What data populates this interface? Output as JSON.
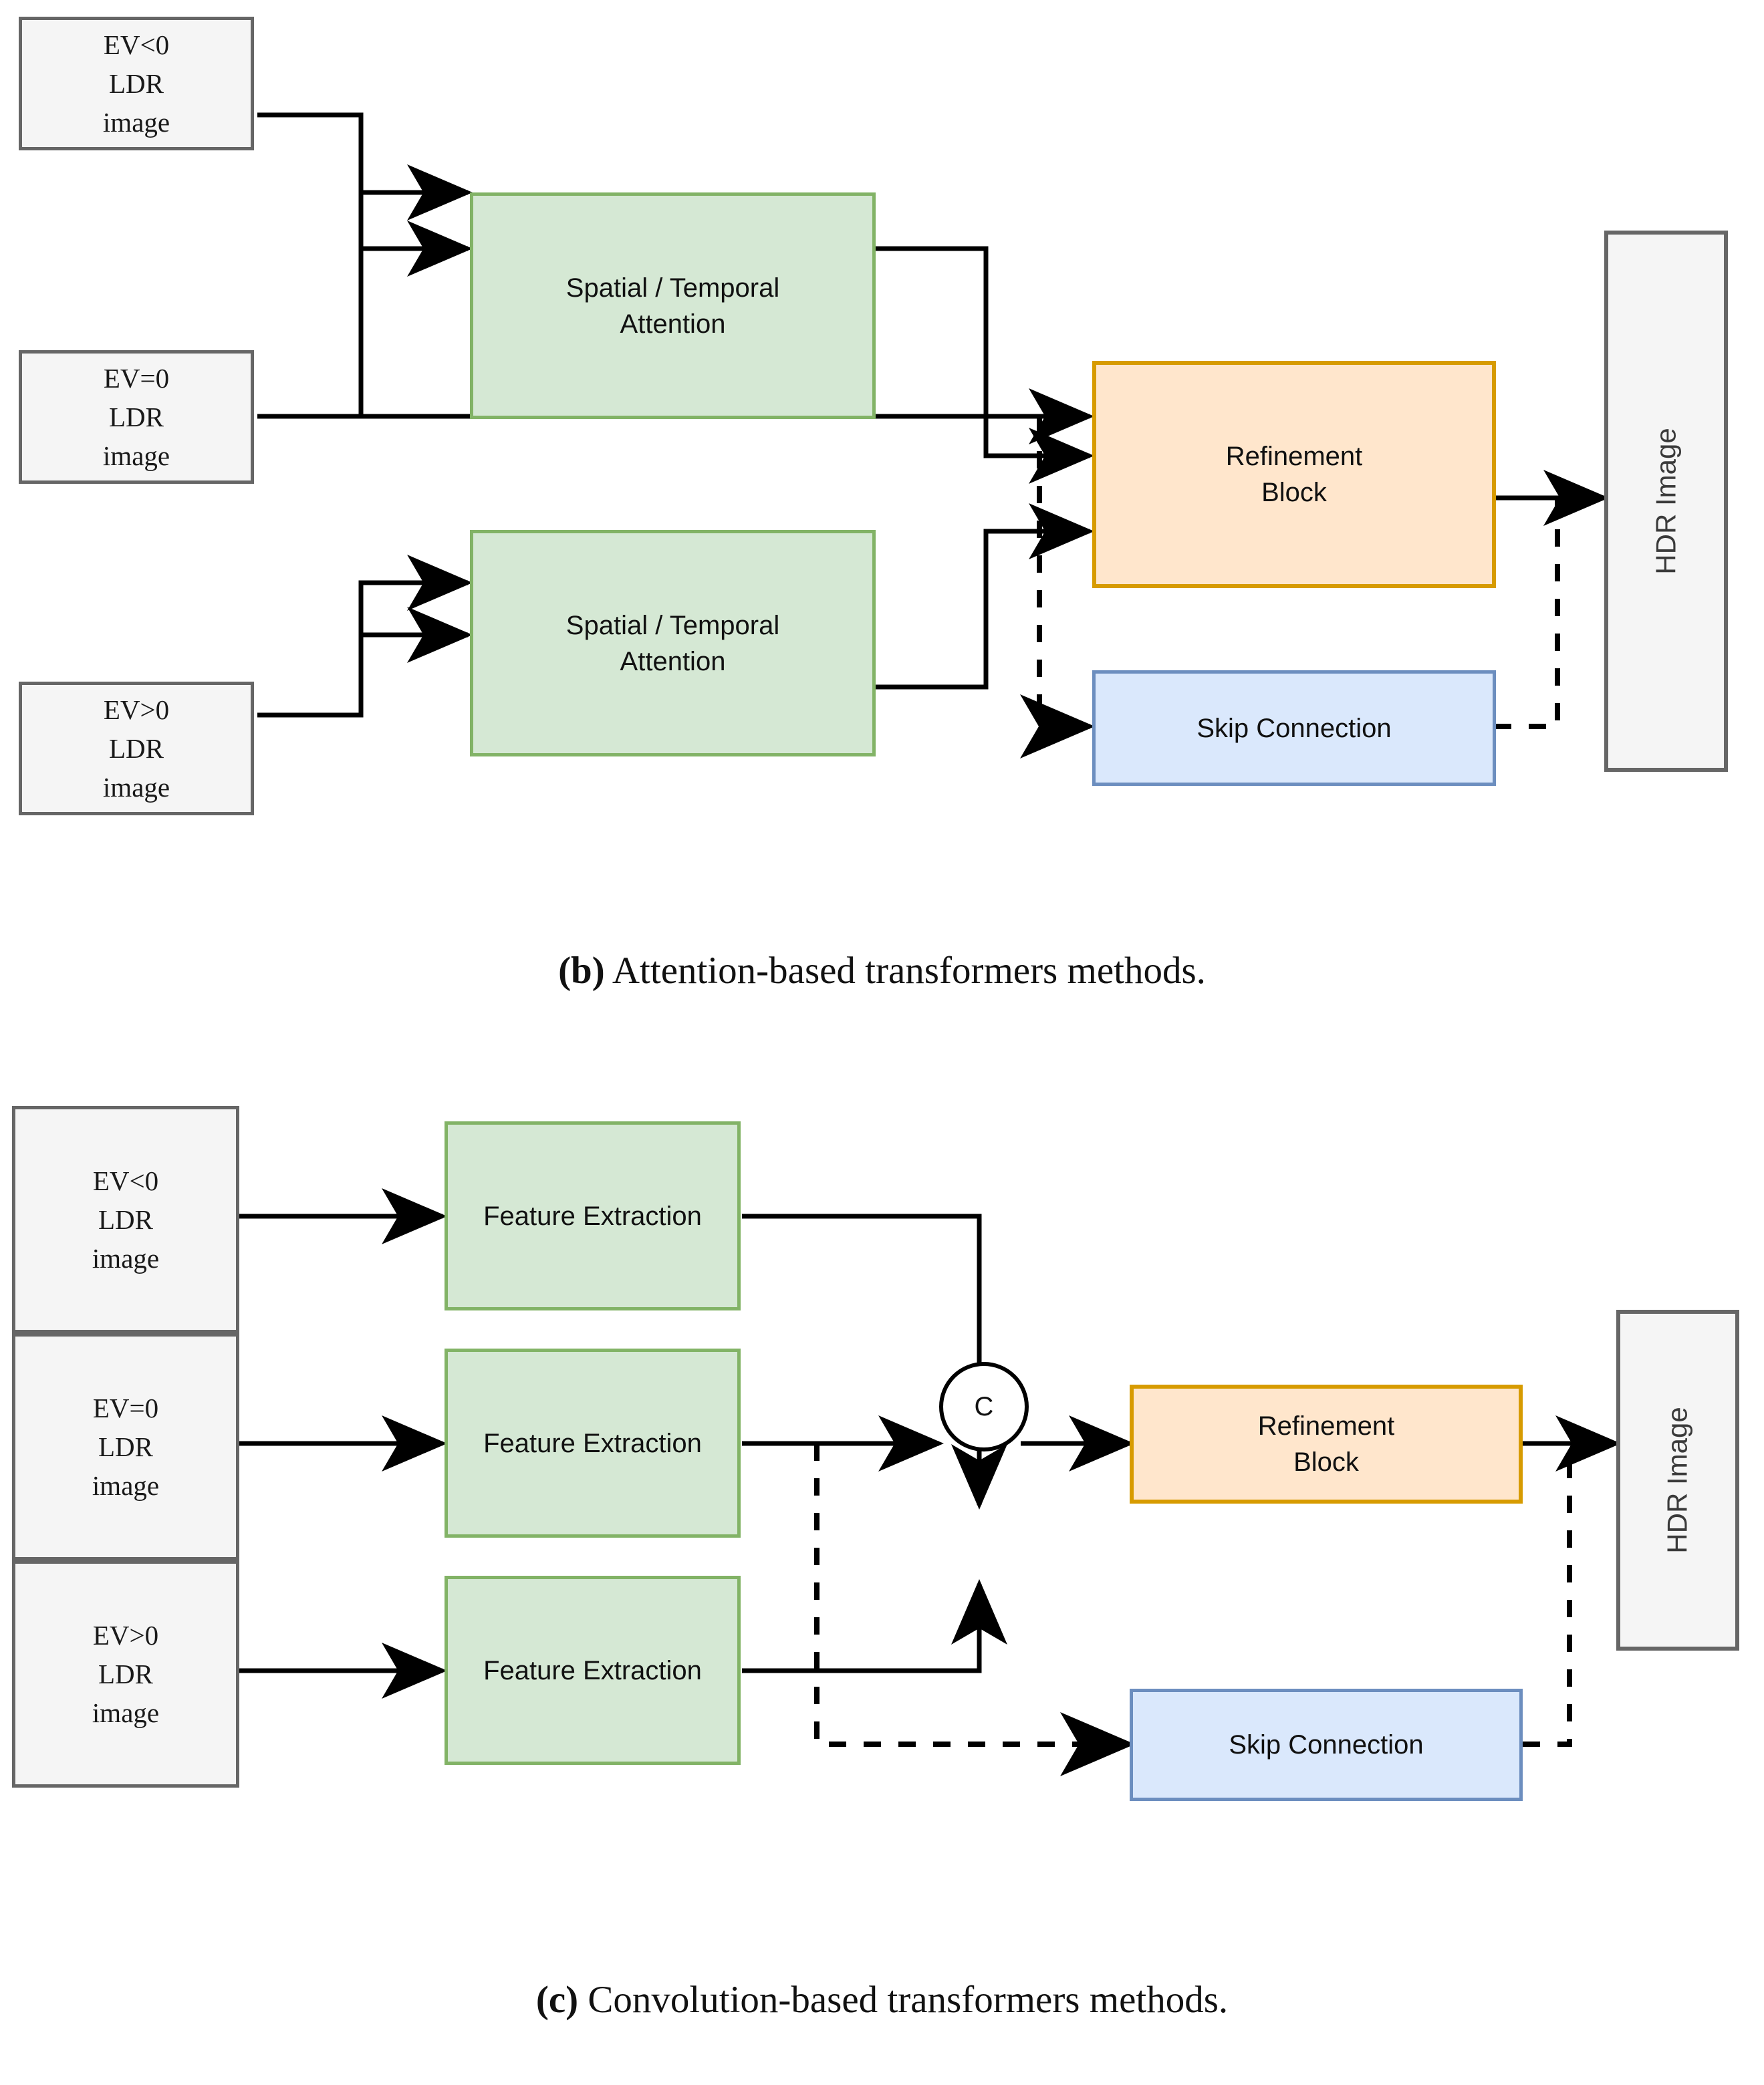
{
  "figure": {
    "panels": [
      {
        "id": "b",
        "caption_marker": "(b)",
        "caption_text": " Attention-based transformers methods.",
        "inputs": [
          {
            "l1": "EV<0",
            "l2": "LDR",
            "l3": "image"
          },
          {
            "l1": "EV=0",
            "l2": "LDR",
            "l3": "image"
          },
          {
            "l1": "EV>0",
            "l2": "LDR",
            "l3": "image"
          }
        ],
        "attention_blocks": [
          {
            "l1": "Spatial / Temporal",
            "l2": "Attention"
          },
          {
            "l1": "Spatial / Temporal",
            "l2": "Attention"
          }
        ],
        "refinement": {
          "l1": "Refinement",
          "l2": "Block"
        },
        "skip": {
          "label": "Skip Connection"
        },
        "output": {
          "label": "HDR Image"
        }
      },
      {
        "id": "c",
        "caption_marker": "(c)",
        "caption_text": " Convolution-based transformers methods.",
        "inputs": [
          {
            "l1": "EV<0",
            "l2": "LDR",
            "l3": "image"
          },
          {
            "l1": "EV=0",
            "l2": "LDR",
            "l3": "image"
          },
          {
            "l1": "EV>0",
            "l2": "LDR",
            "l3": "image"
          }
        ],
        "feature_blocks": [
          {
            "label": "Feature Extraction"
          },
          {
            "label": "Feature Extraction"
          },
          {
            "label": "Feature Extraction"
          }
        ],
        "concat": {
          "label": "C"
        },
        "refinement": {
          "l1": "Refinement",
          "l2": "Block"
        },
        "skip": {
          "label": "Skip Connection"
        },
        "output": {
          "label": "HDR Image"
        }
      }
    ],
    "colors": {
      "io_fill": "#f5f5f5",
      "io_stroke": "#666666",
      "green_fill": "#d5e8d4",
      "green_stroke": "#82b366",
      "orange_fill": "#ffe6cc",
      "orange_stroke": "#d79b00",
      "blue_fill": "#dae8fc",
      "blue_stroke": "#6c8ebf",
      "wire": "#000000"
    }
  }
}
